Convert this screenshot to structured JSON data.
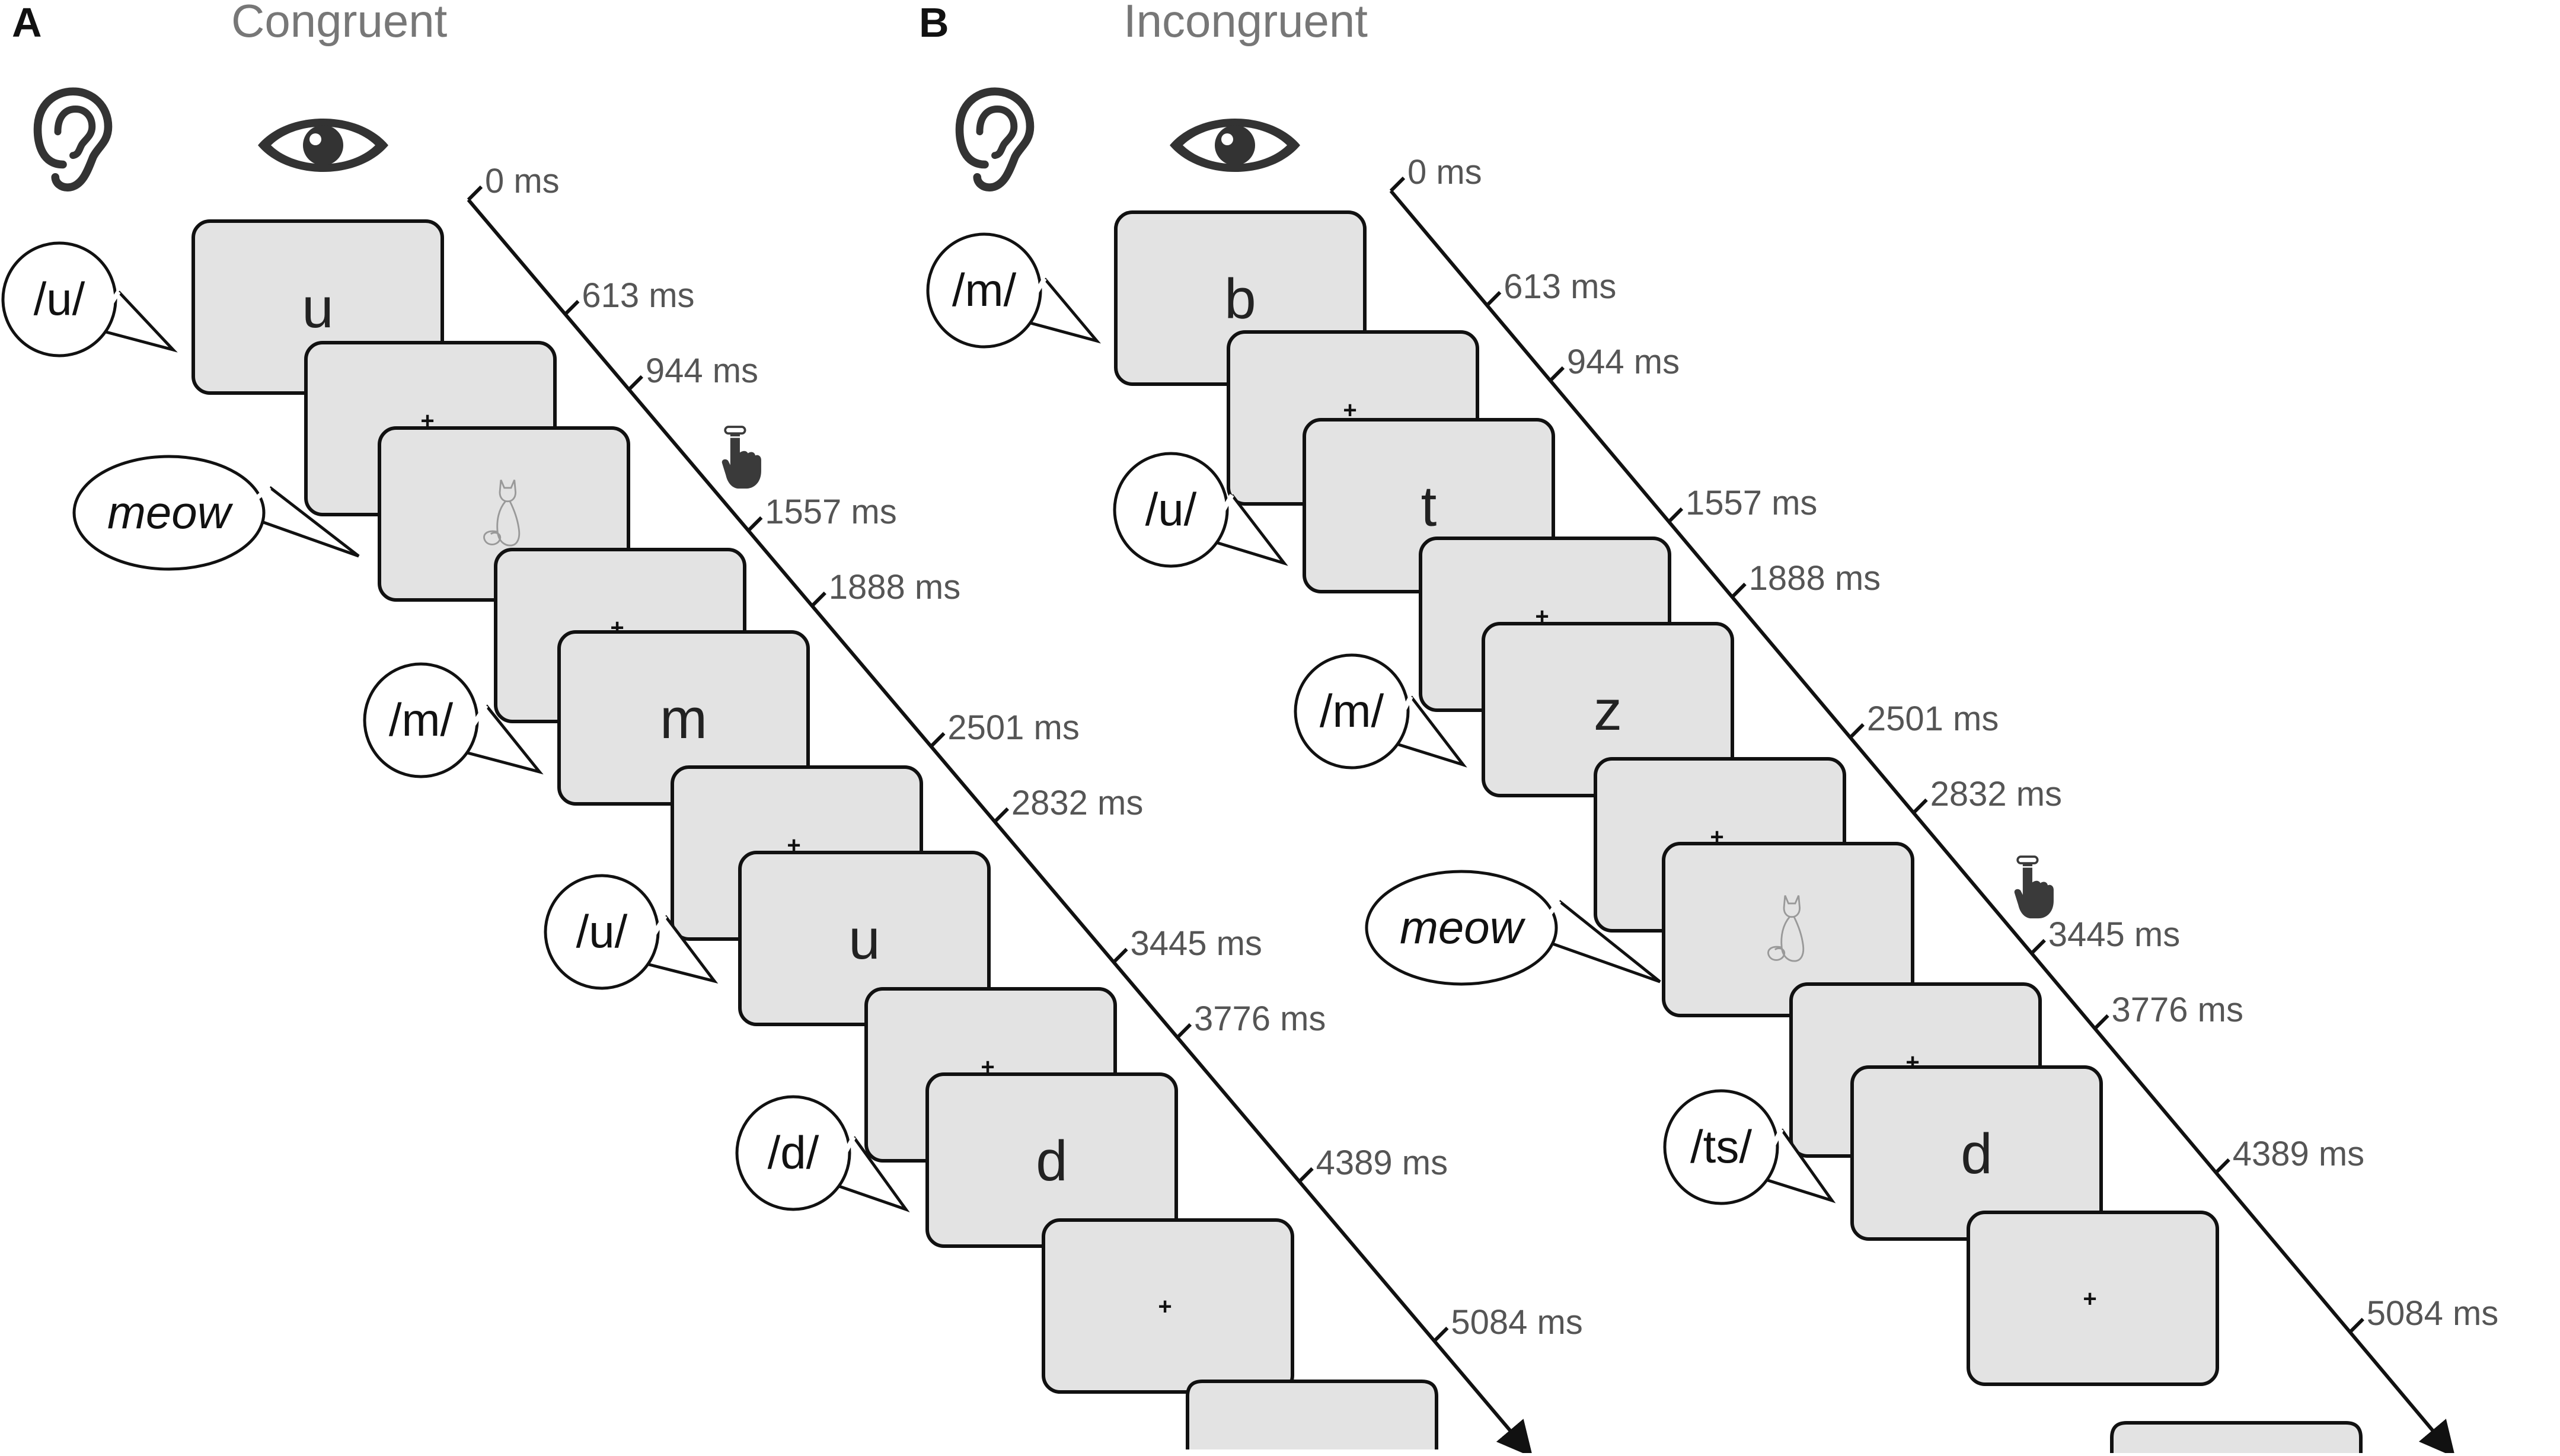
{
  "colors": {
    "screen_fill": "#e3e3e3",
    "outline": "#111111",
    "title_gray": "#777777",
    "label_gray": "#555555",
    "icon_dark": "#3a3a3a"
  },
  "icons": {
    "ear": "ear-icon",
    "eye": "eye-icon",
    "cat": "cat-icon",
    "hand": "finger-press-icon"
  },
  "panels": [
    {
      "letter": "A",
      "title": "Congruent",
      "time_labels": [
        "0 ms",
        "613 ms",
        "944 ms",
        "1557 ms",
        "1888 ms",
        "2501 ms",
        "2832 ms",
        "3445 ms",
        "3776 ms",
        "4389 ms",
        "5084 ms"
      ],
      "screens": [
        {
          "kind": "letter",
          "text": "u"
        },
        {
          "kind": "fixation",
          "text": "+"
        },
        {
          "kind": "cat",
          "text": ""
        },
        {
          "kind": "fixation",
          "text": "+"
        },
        {
          "kind": "letter",
          "text": "m"
        },
        {
          "kind": "fixation",
          "text": "+"
        },
        {
          "kind": "letter",
          "text": "u"
        },
        {
          "kind": "fixation",
          "text": "+"
        },
        {
          "kind": "letter",
          "text": "d"
        },
        {
          "kind": "fixation",
          "text": "+"
        },
        {
          "kind": "blank",
          "text": ""
        }
      ],
      "sounds": [
        "/u/",
        "meow",
        "/m/",
        "/u/",
        "/d/"
      ],
      "response_after_screen": 2
    },
    {
      "letter": "B",
      "title": "Incongruent",
      "time_labels": [
        "0 ms",
        "613 ms",
        "944 ms",
        "1557 ms",
        "1888 ms",
        "2501 ms",
        "2832 ms",
        "3445 ms",
        "3776 ms",
        "4389 ms",
        "5084 ms"
      ],
      "screens": [
        {
          "kind": "letter",
          "text": "b"
        },
        {
          "kind": "fixation",
          "text": "+"
        },
        {
          "kind": "letter",
          "text": "t"
        },
        {
          "kind": "fixation",
          "text": "+"
        },
        {
          "kind": "letter",
          "text": "z"
        },
        {
          "kind": "fixation",
          "text": "+"
        },
        {
          "kind": "cat",
          "text": ""
        },
        {
          "kind": "fixation",
          "text": "+"
        },
        {
          "kind": "letter",
          "text": "d"
        },
        {
          "kind": "fixation",
          "text": "+"
        },
        {
          "kind": "blank",
          "text": ""
        }
      ],
      "sounds": [
        "/m/",
        "/u/",
        "/m/",
        "meow",
        "/ts/"
      ],
      "response_after_screen": 6
    }
  ]
}
